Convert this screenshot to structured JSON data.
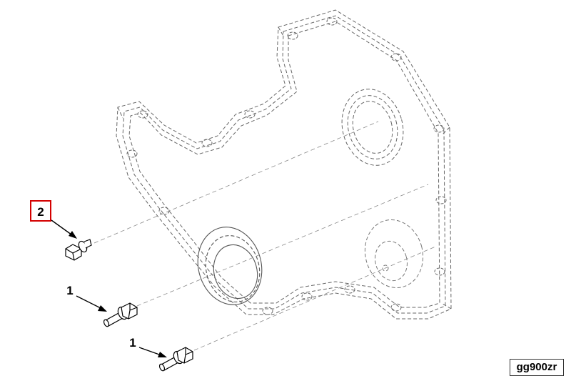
{
  "callouts": {
    "bolt_top": "2",
    "bolt_middle": "1",
    "bolt_bottom": "1"
  },
  "highlight_color": "#d40000",
  "reference_code": "gg900zr"
}
